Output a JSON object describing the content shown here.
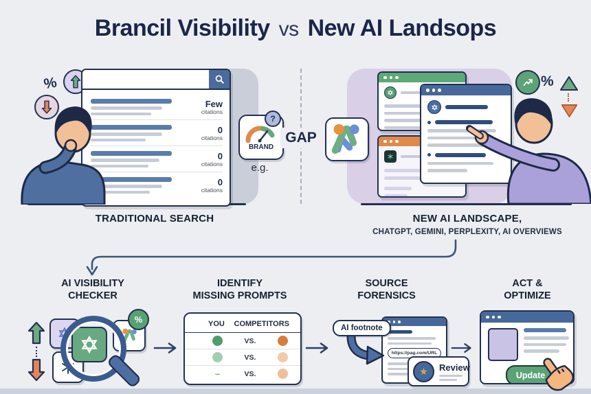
{
  "title": {
    "brand": "Brancil Visibility",
    "vs": "vs",
    "landscape": "New AI Landsops"
  },
  "traditional": {
    "scene_label": "TRADITIONAL SEARCH",
    "percent_symbol": "%",
    "results": [
      {
        "value": "Few",
        "unit": "citations"
      },
      {
        "value": "0",
        "unit": "citations"
      },
      {
        "value": "0",
        "unit": "citations"
      },
      {
        "value": "0",
        "unit": "citations"
      }
    ],
    "brand": {
      "label": "BRAND",
      "question_badge": "?"
    },
    "example": "e.g."
  },
  "gap": {
    "label": "GAP"
  },
  "landscape": {
    "scene_label": "NEW AI LANDSCAPE,",
    "scene_sublabel": "CHATGPT, GEMINI, PERPLEXITY, AI OVERVIEWS",
    "percent_symbol": "%"
  },
  "workflow": {
    "step1": {
      "line1": "AI VISIBILITY",
      "line2": "CHECKER",
      "percent_badge": "%"
    },
    "step2": {
      "line1": "IDENTIFY",
      "line2": "MISSING PROMPTS",
      "table": {
        "header_left": "YOU",
        "header_right": "COMPETITORS",
        "rows": [
          {
            "left_marker": "green",
            "vs": "VS.",
            "right_marker": "orange"
          },
          {
            "left_marker": "light-green",
            "vs": "VS.",
            "right_marker": "light-orange"
          },
          {
            "left_marker": "dash",
            "dash": "–",
            "vs": "VS.",
            "right_marker": "light-orange"
          }
        ]
      }
    },
    "step3": {
      "line1": "SOURCE",
      "line2": "FORENSICS",
      "footnote": "AI footnote",
      "url": "https://pag.com/URL",
      "review": "Review",
      "star_icon": "★"
    },
    "step4": {
      "line1": "ACT &",
      "line2": "OPTIMIZE",
      "update": "Update"
    }
  },
  "colors": {
    "background": "#eceef2",
    "navy": "#1d2946",
    "header_blue": "#47689a",
    "bar_blue": "#5a7cab",
    "green_header": "#5fa878",
    "orange_header": "#dd8a4a",
    "lavender_panel": "#d9cfe7",
    "dot_green": "#4f9d6b",
    "dot_orange": "#d97c3c",
    "gold": "#d9a93f",
    "skin": "#f2c096",
    "sweater_blue": "#4e6f9f",
    "sweater_purple": "#aaa1da"
  }
}
